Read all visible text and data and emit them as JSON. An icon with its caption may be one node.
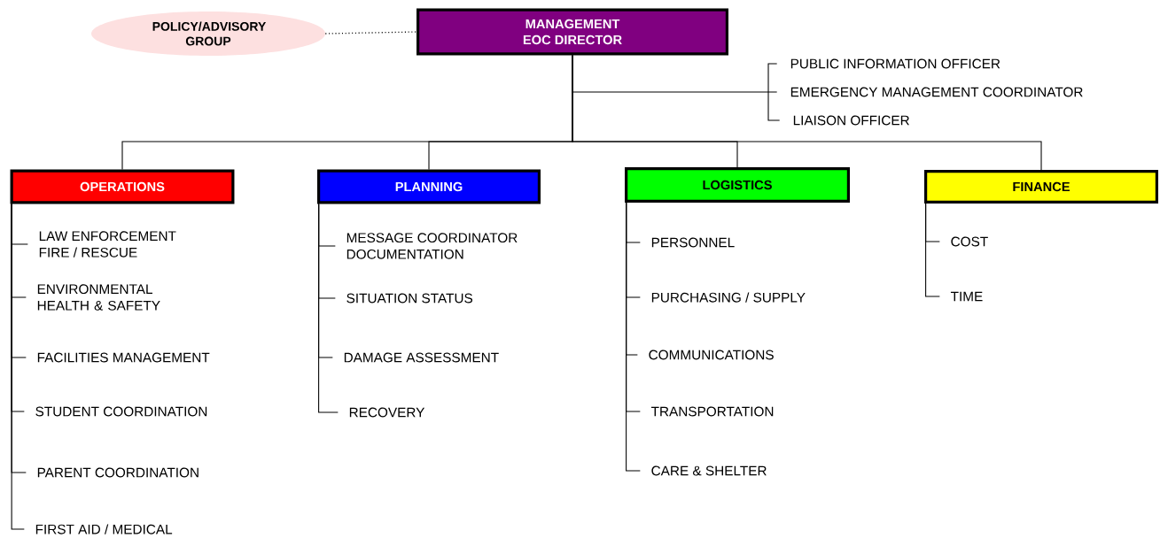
{
  "diagram": {
    "nodes": [
      {
        "text": [
          "POLICY/ADVISORY GROUP"
        ]
      },
      {
        "text": [
          "MANAGEMENT",
          "EOC DIRECTOR"
        ]
      },
      {
        "text": [
          "PUBLIC INFORMATION OFFICER"
        ]
      },
      {
        "text": [
          "EMERGENCY MANAGEMENT COORDINATOR"
        ]
      },
      {
        "text": [
          "LIAISON OFFICER"
        ]
      },
      {
        "text": [
          "OPERATIONS"
        ]
      },
      {
        "text": [
          "PLANNING"
        ]
      },
      {
        "text": [
          "LOGISTICS"
        ]
      },
      {
        "text": [
          "FINANCE"
        ]
      },
      {
        "text": [
          "LAW ENFORCEMENT",
          "FIRE / RESCUE"
        ]
      },
      {
        "text": [
          "ENVIRONMENTAL HEALTH & SAFETY"
        ]
      },
      {
        "text": [
          "FACILITIES MANAGEMENT"
        ]
      },
      {
        "text": [
          "STUDENT COORDINATION"
        ]
      },
      {
        "text": [
          "PARENT COORDINATION"
        ]
      },
      {
        "text": [
          "FIRST AID / MEDICAL"
        ]
      },
      {
        "text": [
          "MESSAGE COORDINATOR",
          "DOCUMENTATION"
        ]
      },
      {
        "text": [
          "SITUATION STATUS"
        ]
      },
      {
        "text": [
          "DAMAGE ASSESSMENT"
        ]
      },
      {
        "text": [
          "RECOVERY"
        ]
      },
      {
        "text": [
          "PERSONNEL"
        ]
      },
      {
        "text": [
          "PURCHASING / SUPPLY"
        ]
      },
      {
        "text": [
          "COMMUNICATIONS"
        ]
      },
      {
        "text": [
          "TRANSPORTATION"
        ]
      },
      {
        "text": [
          "CARE & SHELTER"
        ]
      },
      {
        "text": [
          "COST"
        ]
      },
      {
        "text": [
          "TIME"
        ]
      }
    ],
    "edges": [
      {
        "from": 0,
        "to": 1,
        "arrow": "none",
        "style": "dashed"
      },
      {
        "from": 1,
        "to": 2,
        "arrow": "none"
      },
      {
        "from": 1,
        "to": 3,
        "arrow": "none"
      },
      {
        "from": 1,
        "to": 4,
        "arrow": "none"
      },
      {
        "from": 1,
        "to": 5,
        "arrow": "none"
      },
      {
        "from": 1,
        "to": 6,
        "arrow": "none"
      },
      {
        "from": 1,
        "to": 7,
        "arrow": "none"
      },
      {
        "from": 1,
        "to": 8,
        "arrow": "none"
      },
      {
        "from": 5,
        "to": 9,
        "arrow": "none"
      },
      {
        "from": 5,
        "to": 10,
        "arrow": "none"
      },
      {
        "from": 5,
        "to": 11,
        "arrow": "none"
      },
      {
        "from": 5,
        "to": 12,
        "arrow": "none"
      },
      {
        "from": 5,
        "to": 13,
        "arrow": "none"
      },
      {
        "from": 5,
        "to": 14,
        "arrow": "none"
      },
      {
        "from": 6,
        "to": 15,
        "arrow": "none"
      },
      {
        "from": 6,
        "to": 16,
        "arrow": "none"
      },
      {
        "from": 6,
        "to": 17,
        "arrow": "none"
      },
      {
        "from": 6,
        "to": 18,
        "arrow": "none"
      },
      {
        "from": 7,
        "to": 19,
        "arrow": "none"
      },
      {
        "from": 7,
        "to": 20,
        "arrow": "none"
      },
      {
        "from": 7,
        "to": 21,
        "arrow": "none"
      },
      {
        "from": 7,
        "to": 22,
        "arrow": "none"
      },
      {
        "from": 7,
        "to": 23,
        "arrow": "none"
      },
      {
        "from": 8,
        "to": 24,
        "arrow": "none"
      },
      {
        "from": 8,
        "to": 25,
        "arrow": "none"
      }
    ]
  }
}
